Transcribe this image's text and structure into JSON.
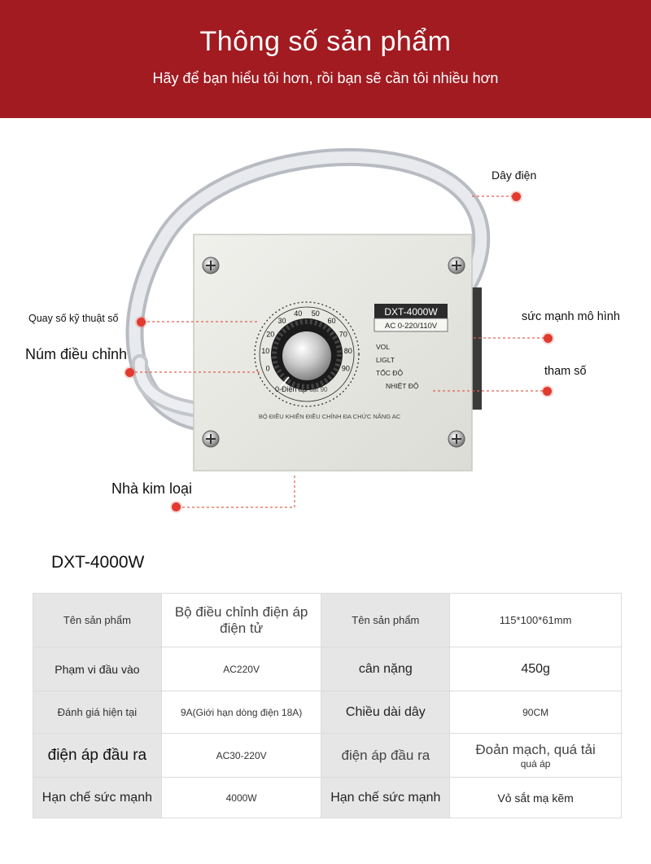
{
  "header": {
    "title": "Thông số sản phẩm",
    "subtitle": "Hãy để bạn hiểu tôi hơn, rồi bạn sẽ cần tôi nhiều hơn"
  },
  "product": {
    "model_plate": "DXT-4000W",
    "voltage_plate": "AC 0-220/110V",
    "panel_labels": [
      "VOL",
      "LIGLT",
      "TỐC ĐỘ",
      "NHIỆT ĐỘ"
    ],
    "panel_caption": "BỘ ĐIỀU KHIỂN ĐIỀU CHỈNH ĐA CHỨC NĂNG AC",
    "dial_numbers": [
      "0",
      "10",
      "20",
      "30",
      "40",
      "50",
      "60",
      "70",
      "80",
      "90"
    ],
    "dial_label": "0-Điện áp",
    "dial_label_2": "Cài đặt 90",
    "colors": {
      "banner": "#a11b21",
      "callout_dot": "#e23a2f",
      "box": "#e9e9e4"
    }
  },
  "callouts": {
    "power_cord": "Dây điện",
    "digital_dial": "Quay số kỹ thuật số",
    "model_power": "sức mạnh mô hình",
    "adjust_knob": "Núm điều chỉnh",
    "parameter": "tham số",
    "metal_housing": "Nhà kim loại"
  },
  "model_heading": "DXT-4000W",
  "spec_table": {
    "rows": [
      [
        "Tên sản phẩm",
        "Bộ điều chỉnh điện áp điện tử",
        "Tên sản phẩm",
        "115*100*61mm"
      ],
      [
        "Phạm vi đầu vào",
        "AC220V",
        "cân nặng",
        "450g"
      ],
      [
        "Đánh giá hiện tại",
        "9A(Giới hạn dòng điện 18A)",
        "Chiều dài dây",
        "90CM"
      ],
      [
        "điện áp đầu ra",
        "AC30-220V",
        "điện áp đầu ra",
        "Đoản mạch, quá tải quá áp"
      ],
      [
        "Hạn chế sức mạnh",
        "4000W",
        "Hạn chế sức mạnh",
        "Vỏ sắt mạ kẽm"
      ]
    ],
    "cell_r3c3_line1": "Đoản mạch, quá tải",
    "cell_r3c3_line2": "quá áp"
  }
}
